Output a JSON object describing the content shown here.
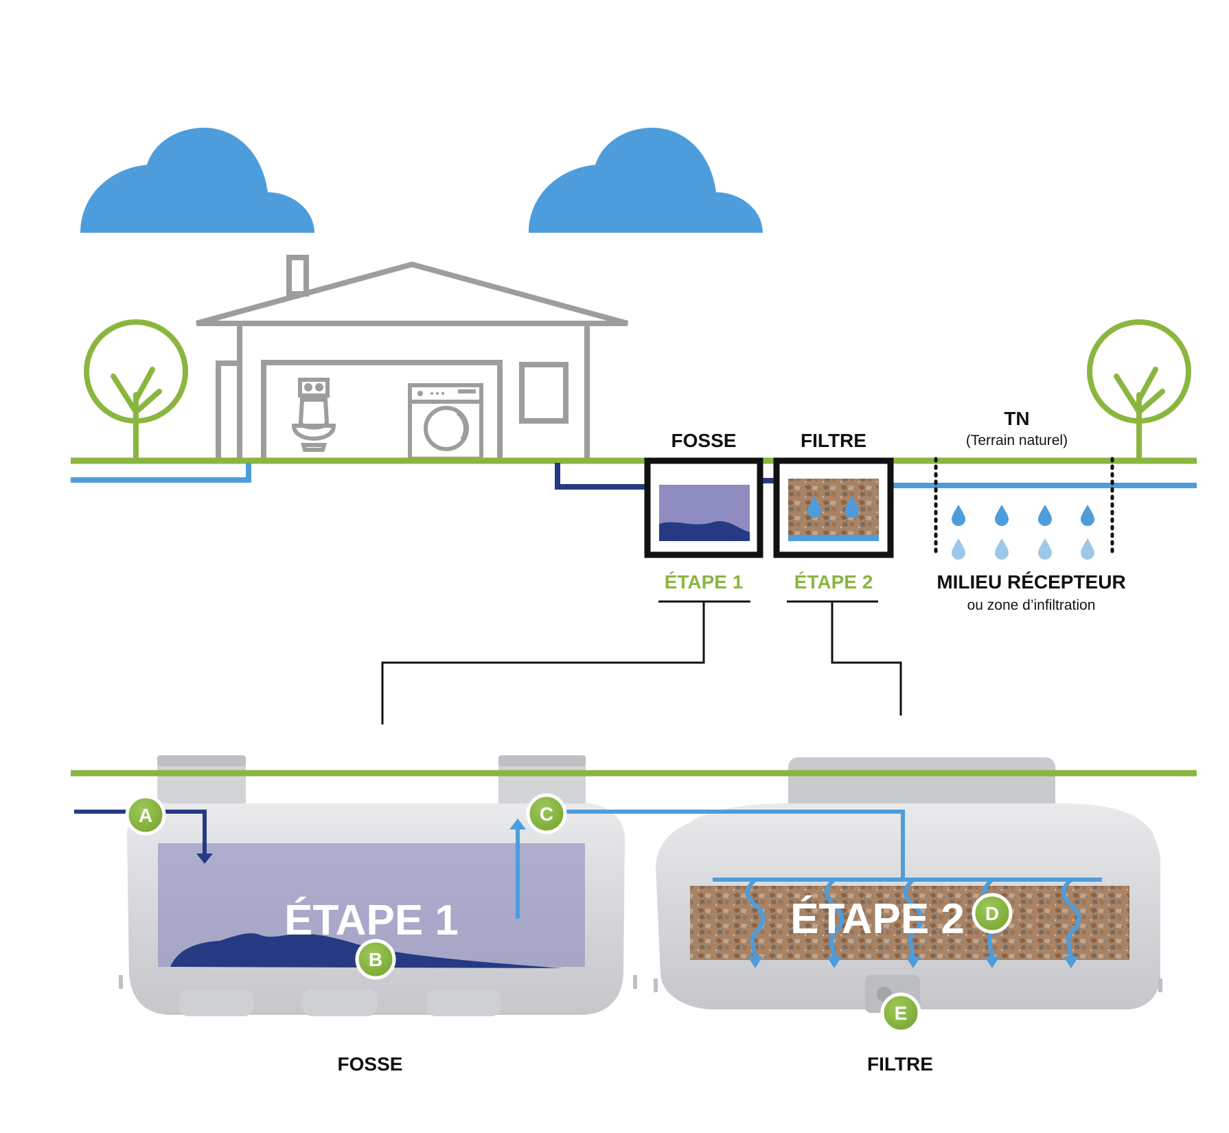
{
  "labels": {
    "fosse_top": "FOSSE",
    "filtre_top": "FILTRE",
    "tn": "TN",
    "tn_sub": "(Terrain naturel)",
    "etape1": "ÉTAPE 1",
    "etape2": "ÉTAPE 2",
    "milieu": "MILIEU RÉCEPTEUR",
    "milieu_sub": "ou zone d’infiltration",
    "etape1_big": "ÉTAPE 1",
    "etape2_big": "ÉTAPE 2",
    "fosse_bottom": "FOSSE",
    "filtre_bottom": "FILTRE"
  },
  "badges": {
    "a": "A",
    "b": "B",
    "c": "C",
    "d": "D",
    "e": "E"
  },
  "colors": {
    "green": "#8ab63f",
    "sky_blue": "#4d9ddc",
    "dark_blue": "#263a84",
    "light_blue": "#9fc8e8",
    "purple_fill": "#8e8cc0",
    "house_gray": "#9d9d9d",
    "tank_gray": "#dcdde0"
  },
  "icons": [
    "cloud-icon",
    "tree-icon",
    "house-icon",
    "toilet-icon",
    "washing-machine-icon",
    "water-drop-icon"
  ]
}
